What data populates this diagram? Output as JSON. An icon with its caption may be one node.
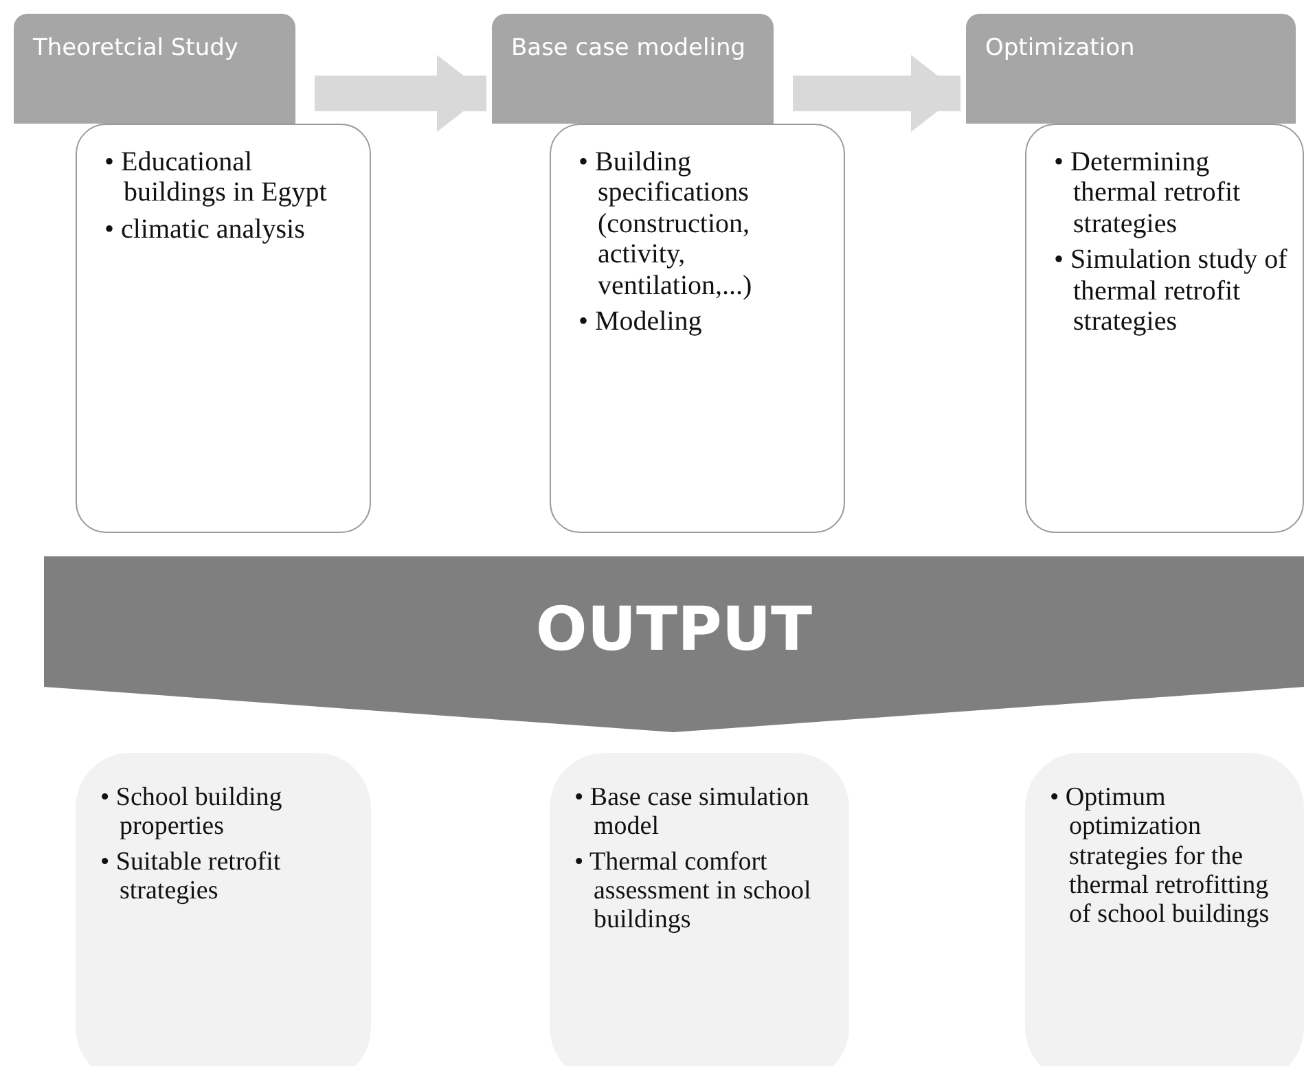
{
  "diagram": {
    "nodes": [
      {
        "text": [
          "Theoretcial Study"
        ]
      },
      {
        "text": [
          "• Educational buildings in Egypt",
          "• climatic analysis"
        ]
      },
      {
        "text": [
          "Base case modeling"
        ]
      },
      {
        "text": [
          "• Building specifications (construction, activity, ventilation,...)",
          "• Modeling"
        ]
      },
      {
        "text": [
          "Optimization"
        ]
      },
      {
        "text": [
          "• Determining thermal retrofit strategies",
          "• Simulation study of thermal retrofit strategies"
        ]
      },
      {
        "text": [
          "OUTPUT"
        ]
      },
      {
        "text": [
          "• School building properties",
          "• Suitable retrofit strategies"
        ]
      },
      {
        "text": [
          "• Base case simulation model",
          "• Thermal comfort assessment in school buildings"
        ]
      },
      {
        "text": [
          "• Optimum optimization strategies for the thermal retrofitting of school buildings"
        ]
      }
    ],
    "edges": [
      {
        "from": 0,
        "to": 2,
        "arrow": "to"
      },
      {
        "from": 2,
        "to": 4,
        "arrow": "to"
      }
    ]
  }
}
